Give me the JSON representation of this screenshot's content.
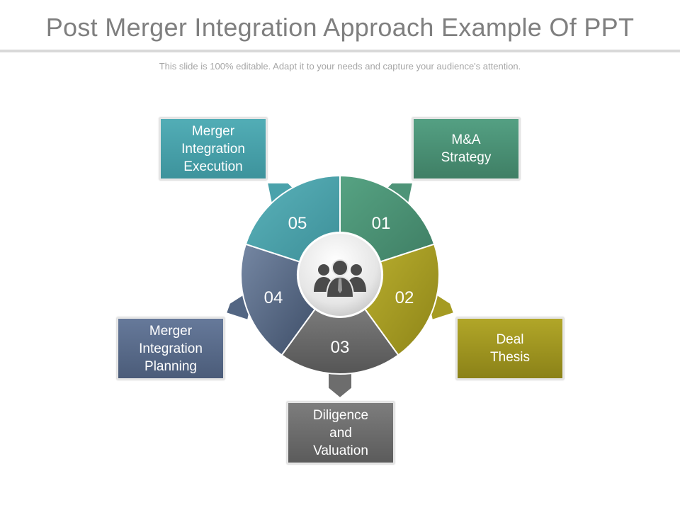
{
  "slide": {
    "title": "Post Merger Integration Approach Example Of PPT",
    "subtitle": "This slide is 100% editable. Adapt it to your needs and capture your audience's attention."
  },
  "segments": [
    {
      "number": "01",
      "label": "M&A\nStrategy",
      "color": "#4e9478"
    },
    {
      "number": "02",
      "label": "Deal\nThesis",
      "color": "#a59b22"
    },
    {
      "number": "03",
      "label": "Diligence\nand\nValuation",
      "color": "#6d6d6d"
    },
    {
      "number": "04",
      "label": "Merger\nIntegration\nPlanning",
      "color": "#536683"
    },
    {
      "number": "05",
      "label": "Merger\nIntegration\nExecution",
      "color": "#4aa2ab"
    }
  ],
  "center": {
    "icon": "team-icon"
  }
}
